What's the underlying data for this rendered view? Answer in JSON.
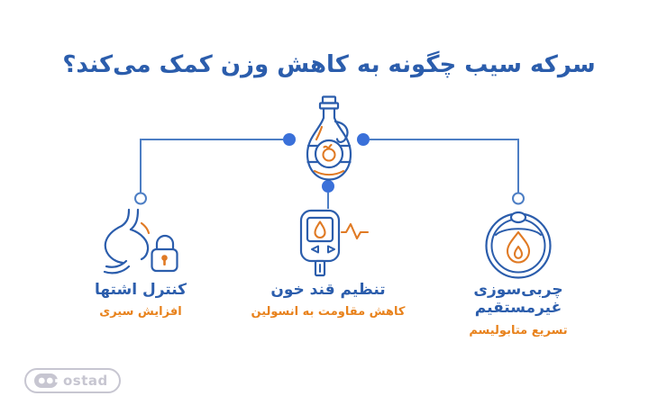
{
  "title": "سرکه سیب چگونه به کاهش وزن کمک می‌کند؟",
  "center": {
    "icon": "vinegar-bottle-icon"
  },
  "branches": [
    {
      "icon": "stomach-lock-icon",
      "title": "کنترل اشتها",
      "subtitle": "افزایش سیری"
    },
    {
      "icon": "glucometer-icon",
      "title": "تنظیم قند خون",
      "subtitle": "کاهش مقاومت به انسولین"
    },
    {
      "icon": "belly-flame-icon",
      "title": "چربی‌سوزی غیرمستقیم",
      "subtitle": "تسریع متابولیسم"
    }
  ],
  "logo": {
    "text": "ostad",
    "icon": "ostad-logo-icon"
  },
  "colors": {
    "title_blue": "#2b5dac",
    "icon_blue": "#2b5dac",
    "line_blue": "#4d7ec4",
    "dot_blue": "#3a70d9",
    "accent_orange": "#e07a24",
    "text_orange": "#e8821c",
    "logo_gray": "#c7c6d1",
    "background": "#ffffff"
  }
}
